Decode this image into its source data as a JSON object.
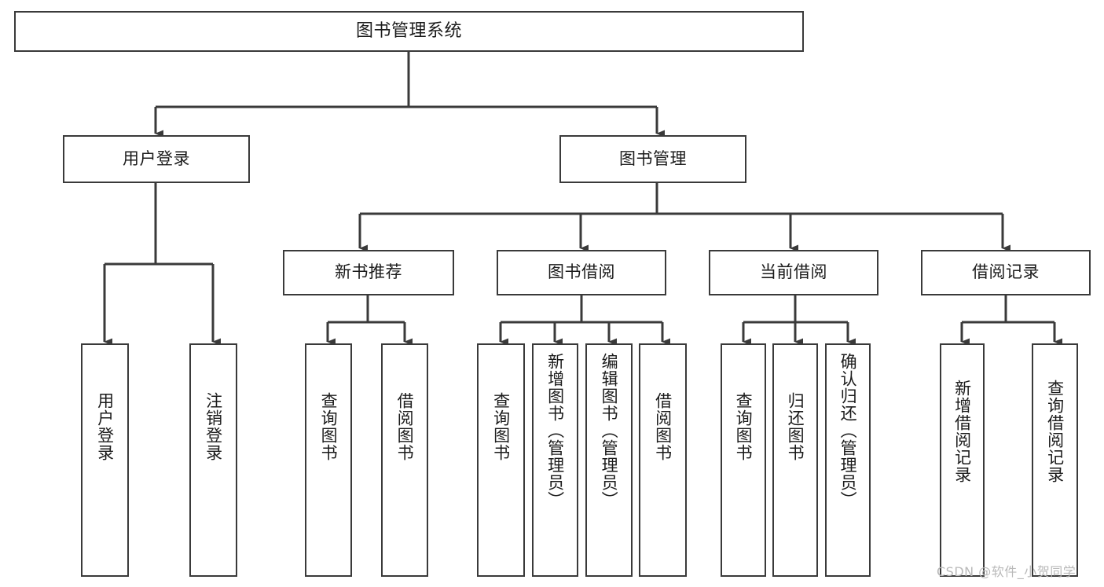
{
  "diagram": {
    "title": "图书管理系统",
    "type": "tree-hierarchy",
    "background_color": "#ffffff",
    "line_color": "#3a3a3a",
    "text_color": "#1b1b1b",
    "root": {
      "label": "图书管理系统"
    },
    "level2": [
      {
        "label": "用户登录"
      },
      {
        "label": "图书管理"
      }
    ],
    "level3": [
      {
        "label": "新书推荐"
      },
      {
        "label": "图书借阅"
      },
      {
        "label": "当前借阅"
      },
      {
        "label": "借阅记录"
      }
    ],
    "leaves": {
      "user_login": [
        {
          "label": "用户登录"
        },
        {
          "label": "注销登录"
        }
      ],
      "new_book_recommend": [
        {
          "label": "查询图书"
        },
        {
          "label": "借阅图书"
        }
      ],
      "book_borrow": [
        {
          "label": "查询图书"
        },
        {
          "label": "新增图书（管理员）"
        },
        {
          "label": "编辑图书（管理员）"
        },
        {
          "label": "借阅图书"
        }
      ],
      "current_borrow": [
        {
          "label": "查询图书"
        },
        {
          "label": "归还图书"
        },
        {
          "label": "确认归还（管理员）"
        }
      ],
      "borrow_record": [
        {
          "label": "新增借阅记录"
        },
        {
          "label": "查询借阅记录"
        }
      ]
    }
  },
  "watermark": {
    "text": "CSDN @软件_小贺同学"
  }
}
